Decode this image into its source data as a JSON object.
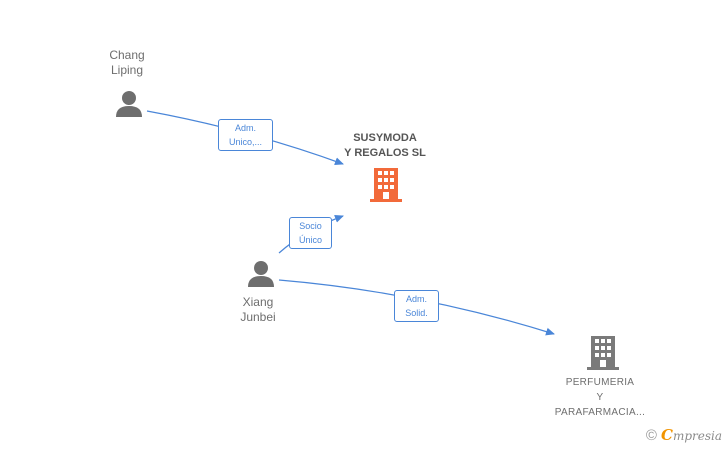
{
  "nodes": {
    "chang": {
      "line1": "Chang",
      "line2": "Liping"
    },
    "xiang": {
      "line1": "Xiang",
      "line2": "Junbei"
    },
    "main_company": {
      "line1": "SUSYMODA",
      "line2": "Y REGALOS SL"
    },
    "perfumeria": {
      "line1": "PERFUMERIA",
      "line2": "Y",
      "line3": "PARAFARMACIA..."
    }
  },
  "edges": {
    "chang_to_main": {
      "line1": "Adm.",
      "line2": "Unico,..."
    },
    "xiang_to_main": {
      "line1": "Socio",
      "line2": "Único"
    },
    "xiang_to_perfumeria": {
      "line1": "Adm.",
      "line2": "Solid."
    }
  },
  "brand": {
    "copyright": "©",
    "first_letter": "C",
    "rest": "mpresia"
  },
  "colors": {
    "edge": "#4a86d8",
    "main_company_icon": "#f26a3a",
    "other_company_icon": "#7a7a7a",
    "person_icon": "#6e6e6e"
  },
  "icons": {
    "person": "person-icon",
    "main_company": "building-icon",
    "other_company": "building-icon"
  }
}
